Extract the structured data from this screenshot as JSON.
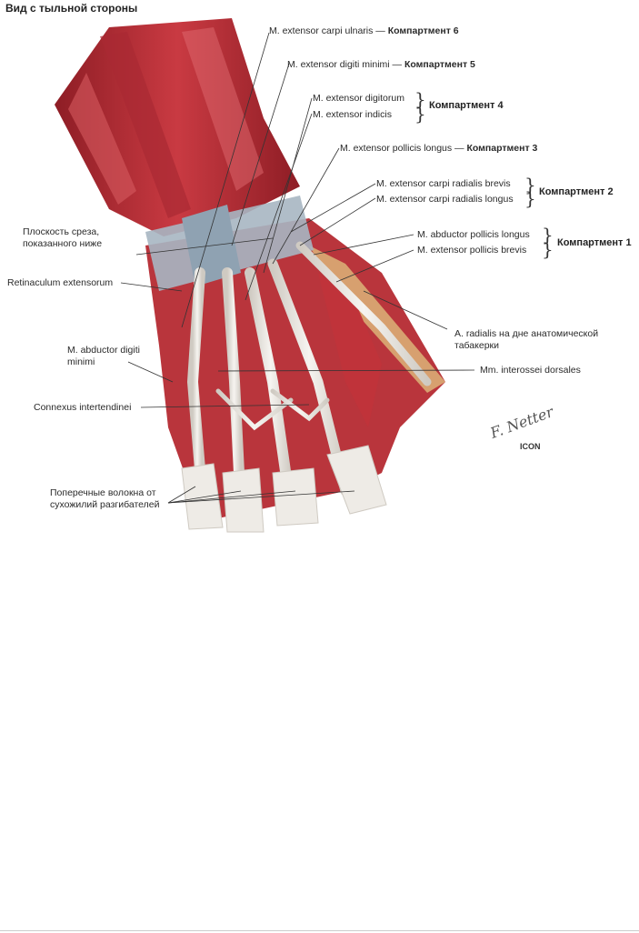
{
  "title": "Вид с тыльной стороны",
  "labels": {
    "ecu": "M. extensor carpi ulnaris —",
    "edm": "M. extensor digiti minimi —",
    "ed": "M. extensor digitorum",
    "ei": "M. extensor indicis",
    "epl": "M. extensor pollicis longus —",
    "ecrb": "M. extensor carpi radialis brevis",
    "ecrl": "M. extensor carpi radialis longus",
    "apl": "M. abductor pollicis longus",
    "epb": "M. extensor pollicis brevis",
    "plane1": "Плоскость среза,",
    "plane2": "показанного ниже",
    "retinaculum": "Retinaculum extensorum",
    "adm1": "M. abductor digiti",
    "adm2": "minimi",
    "radialis1": "A. radialis на дне анатомической",
    "radialis2": "табакерки",
    "interossei": "Mm.  interossei dorsales",
    "connexus": "Connexus intertendinei",
    "fibers1": "Поперечные волокна от",
    "fibers2": "сухожилий разгибателей"
  },
  "compartments": {
    "c6": "Компартмент 6",
    "c5": "Компартмент 5",
    "c4": "Компартмент 4",
    "c3": "Компартмент 3",
    "c2": "Компартмент 2",
    "c1": "Компартмент 1"
  },
  "signature": "F. Netter",
  "publisher": "ICON",
  "colors": {
    "muscle": "#c0303a",
    "muscle_dark": "#8e1d25",
    "tendon": "#e9e6e0",
    "retinaculum": "#a7b6c2",
    "bone": "#e9c59a"
  }
}
